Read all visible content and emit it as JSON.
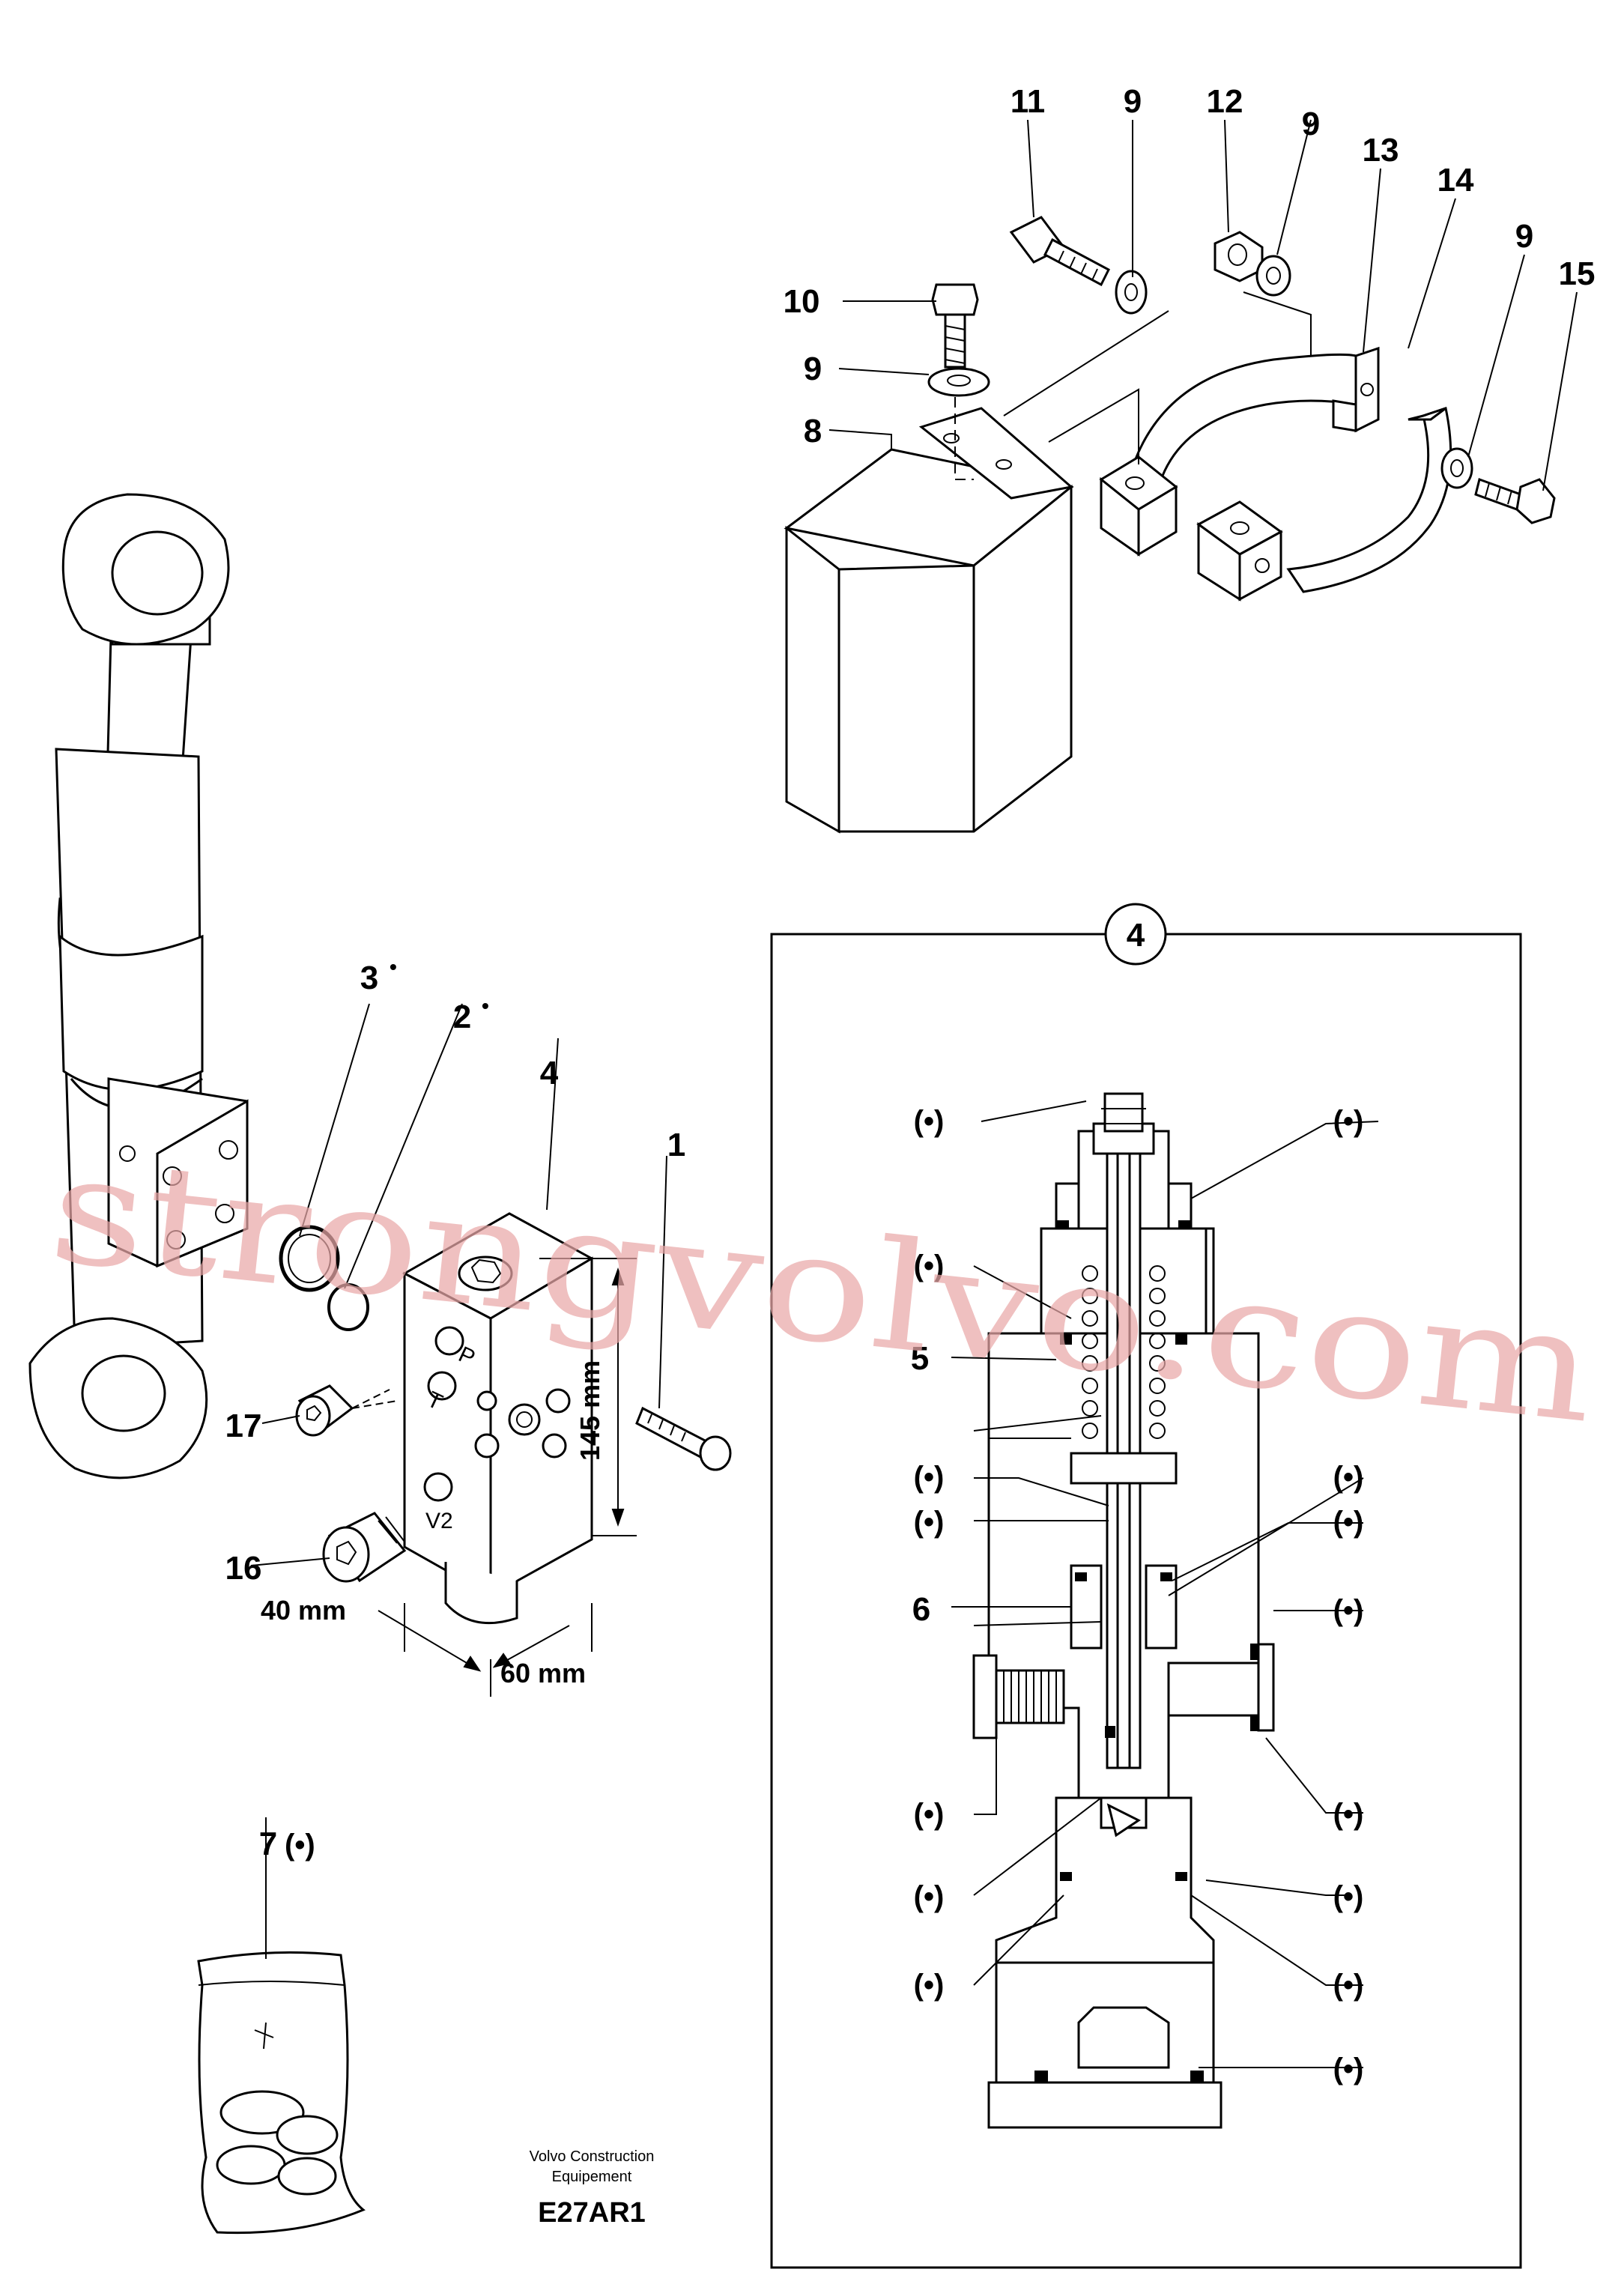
{
  "diagram": {
    "callouts": {
      "c1": "1",
      "c2": "2",
      "c3": "3",
      "c4": "4",
      "c5": "5",
      "c6": "6",
      "c7": "7",
      "c8": "8",
      "c9a": "9",
      "c9b": "9",
      "c9c": "9",
      "c9d": "9",
      "c10": "10",
      "c11": "11",
      "c12": "12",
      "c13": "13",
      "c14": "14",
      "c15": "15",
      "c16": "16",
      "c17": "17"
    },
    "bullet": "•",
    "set_marker": "(•)",
    "detail_badge": "4",
    "ports": {
      "p": "P",
      "t": "T",
      "v2": "V2"
    },
    "dimensions": {
      "height": "145 mm",
      "depth": "40 mm",
      "width": "60 mm"
    },
    "footer": {
      "company_line1": "Volvo Construction",
      "company_line2": "Equipement",
      "drawing_code": "E27AR1"
    },
    "watermark": "strongvolvo.com"
  }
}
